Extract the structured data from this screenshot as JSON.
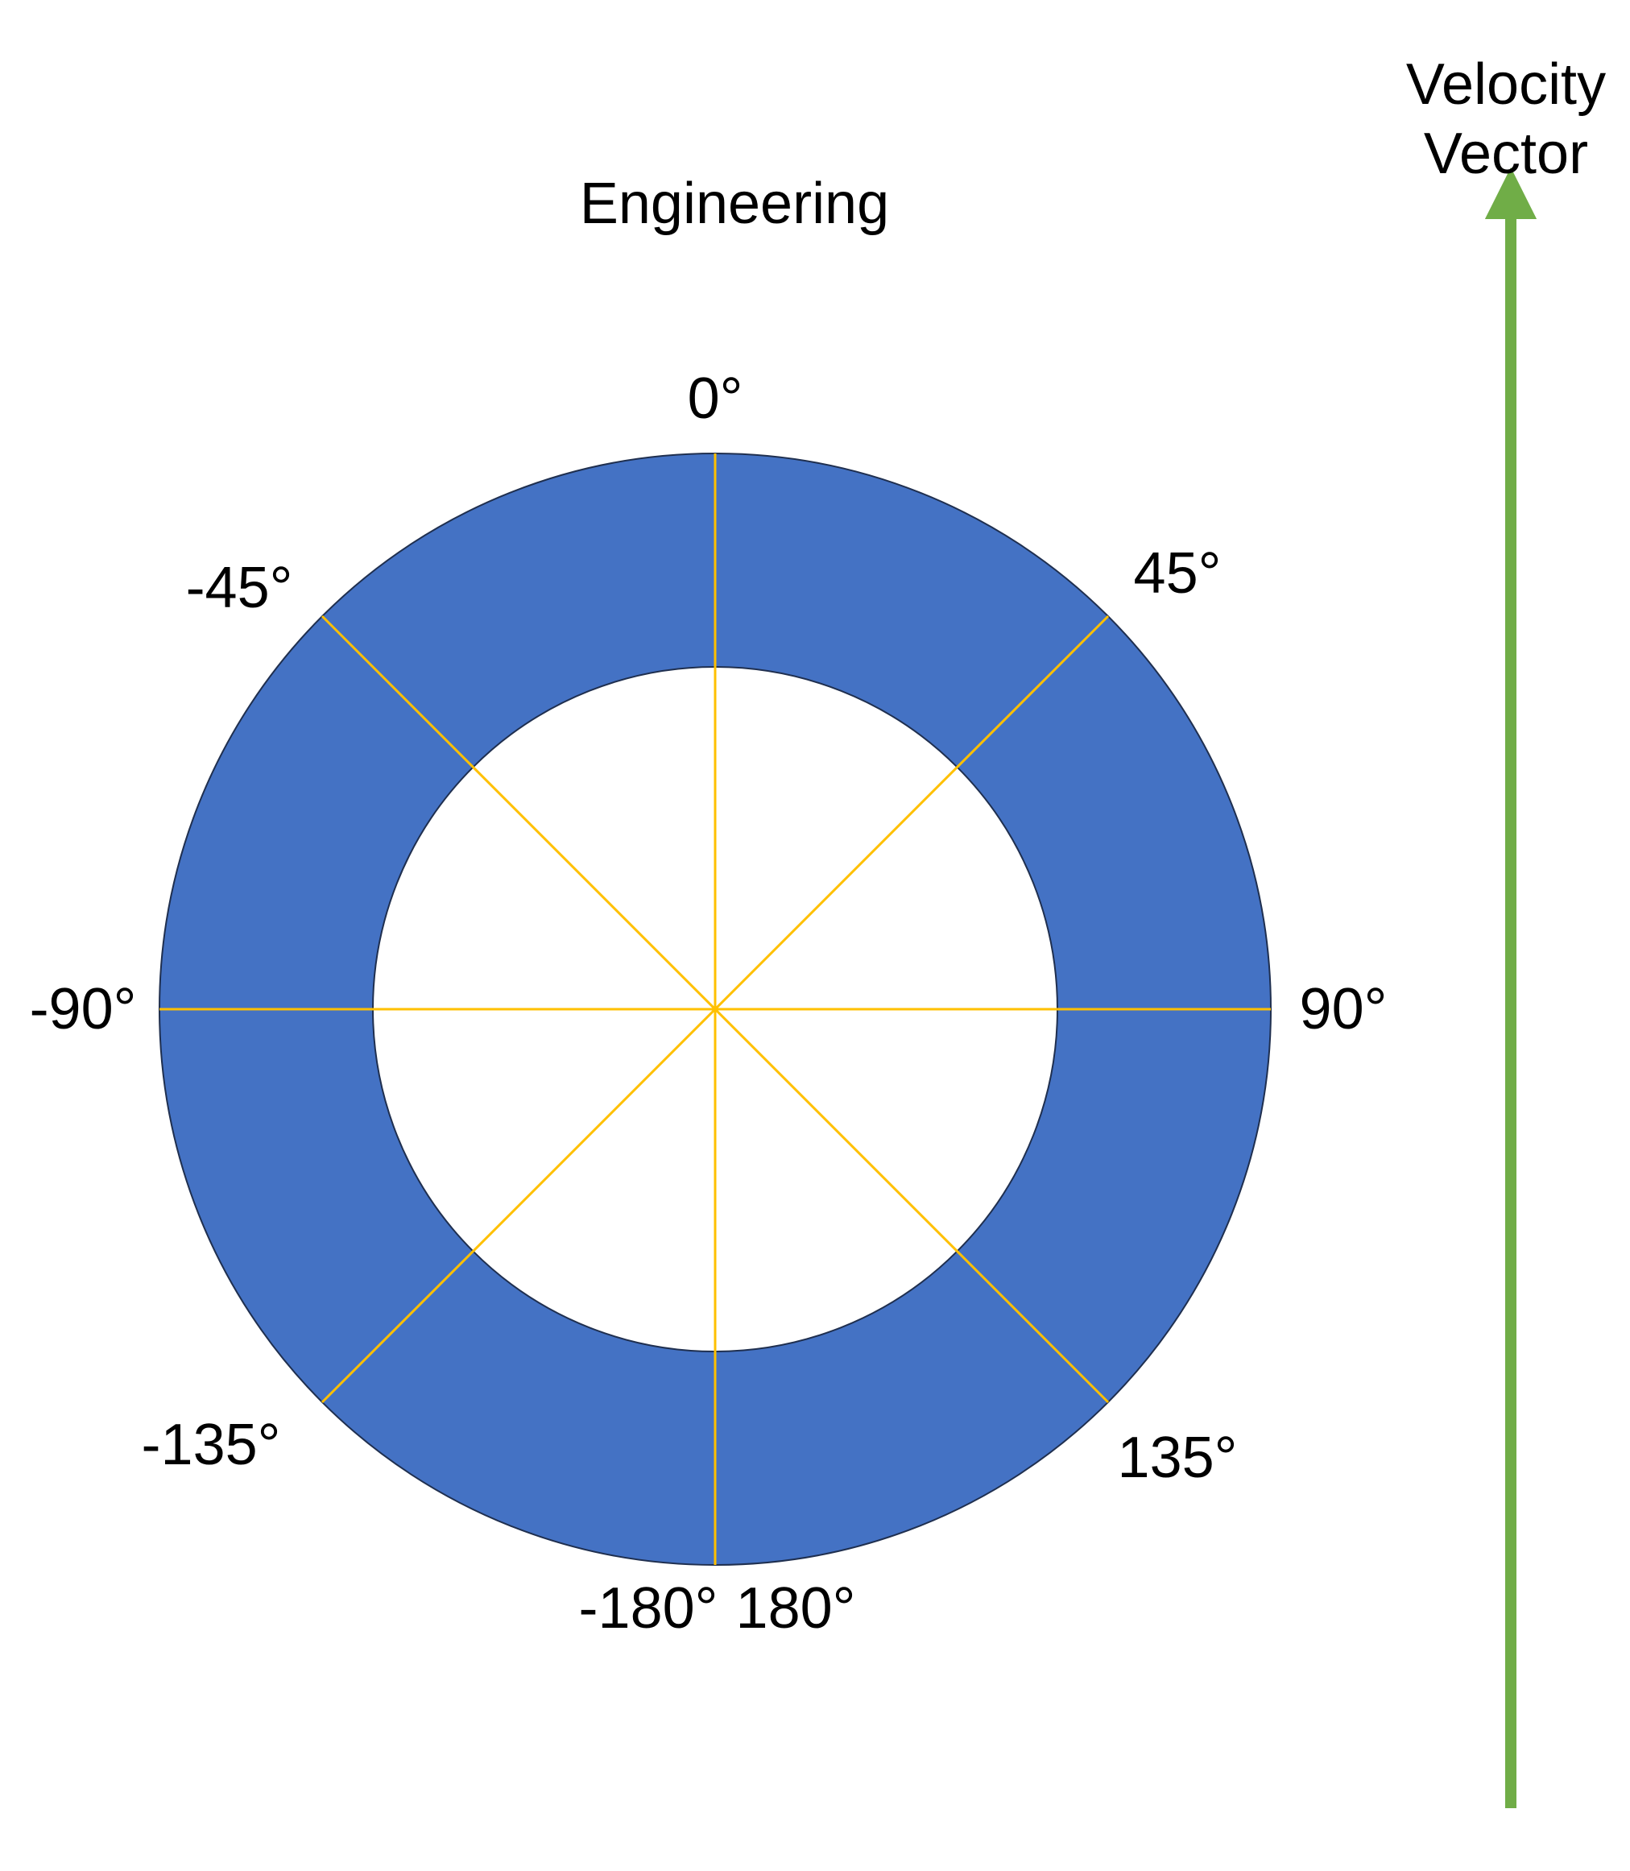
{
  "diagram": {
    "title": "Engineering",
    "velocity_vector": {
      "line1": "Velocity",
      "line2": "Vector"
    },
    "angles": [
      {
        "name": "angle-0",
        "label": "0°"
      },
      {
        "name": "angle-45",
        "label": "45°"
      },
      {
        "name": "angle-90",
        "label": "90°"
      },
      {
        "name": "angle-135",
        "label": "135°"
      },
      {
        "name": "angle-minus-180",
        "label": "-180°"
      },
      {
        "name": "angle-180",
        "label": "180°"
      },
      {
        "name": "angle-minus-135",
        "label": "-135°"
      },
      {
        "name": "angle-minus-90",
        "label": "-90°"
      },
      {
        "name": "angle-minus-45",
        "label": "-45°"
      }
    ],
    "colors": {
      "ring_fill": "#4472C4",
      "ring_stroke": "#1F2F4F",
      "radial_lines": "#FFC000",
      "velocity_arrow": "#70AD47",
      "text": "#000000",
      "background": "#FFFFFF"
    }
  }
}
